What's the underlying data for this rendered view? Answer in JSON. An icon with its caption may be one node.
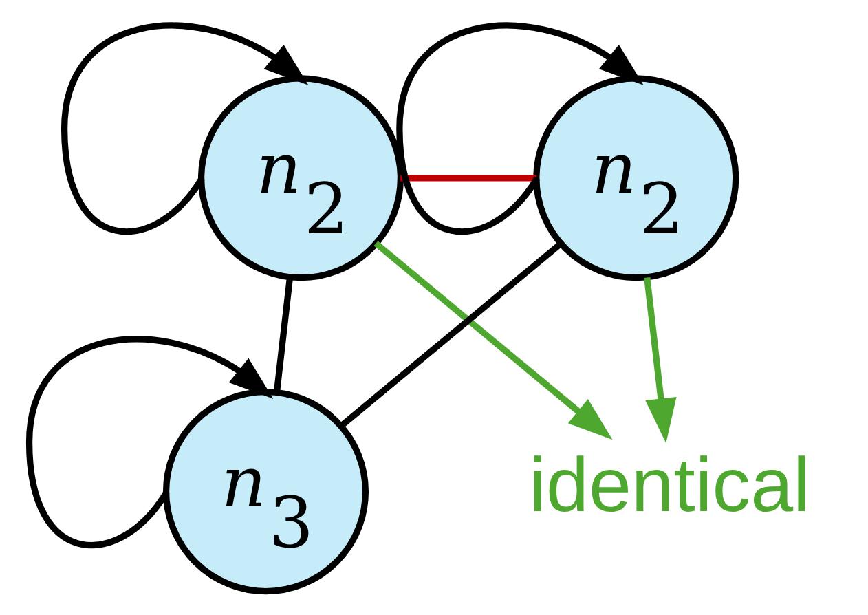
{
  "diagram": {
    "nodes": [
      {
        "text": [
          "*n*$_{2}$"
        ]
      },
      {
        "text": [
          "*n*$_{2}$"
        ]
      },
      {
        "text": [
          "*n*$_{3}$"
        ]
      },
      {
        "text": [
          "identical"
        ]
      }
    ],
    "edges": [
      {
        "from": 0,
        "to": 0,
        "arrow": "to"
      },
      {
        "from": 1,
        "to": 1,
        "arrow": "to"
      },
      {
        "from": 0,
        "to": 1,
        "arrow": "none",
        "color": "#c00000"
      },
      {
        "from": 0,
        "to": 2,
        "arrow": "none"
      },
      {
        "from": 1,
        "to": 2,
        "arrow": "none"
      },
      {
        "from": 2,
        "to": 2,
        "arrow": "to"
      },
      {
        "from": 0,
        "to": 3,
        "arrow": "to",
        "color": "#4ea72e"
      },
      {
        "from": 1,
        "to": 3,
        "arrow": "to",
        "color": "#4ea72e"
      }
    ]
  }
}
